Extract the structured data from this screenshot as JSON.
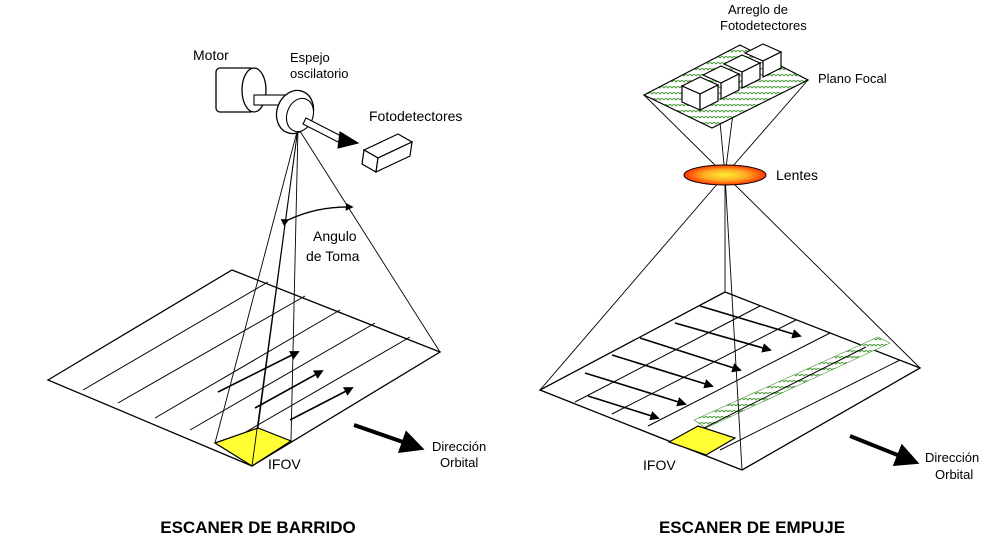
{
  "left": {
    "motor": "Motor",
    "mirror_line1": "Espejo",
    "mirror_line2": "oscilatorio",
    "detectors": "Fotodetectores",
    "angle_line1": "Angulo",
    "angle_line2": "de Toma",
    "ifov": "IFOV",
    "dir_line1": "Dirección",
    "dir_line2": "Orbital",
    "caption": "ESCANER DE BARRIDO"
  },
  "right": {
    "array_line1": "Arreglo de",
    "array_line2": "Fotodetectores",
    "focal": "Plano Focal",
    "lens": "Lentes",
    "ifov": "IFOV",
    "dir_line1": "Dirección",
    "dir_line2": "Orbital",
    "caption": "ESCANER DE EMPUJE"
  },
  "colors": {
    "ifov_fill": "#ffff33",
    "lens_outer": "#ff3300",
    "lens_inner": "#ffee33",
    "pattern": "#4a9a3a"
  }
}
